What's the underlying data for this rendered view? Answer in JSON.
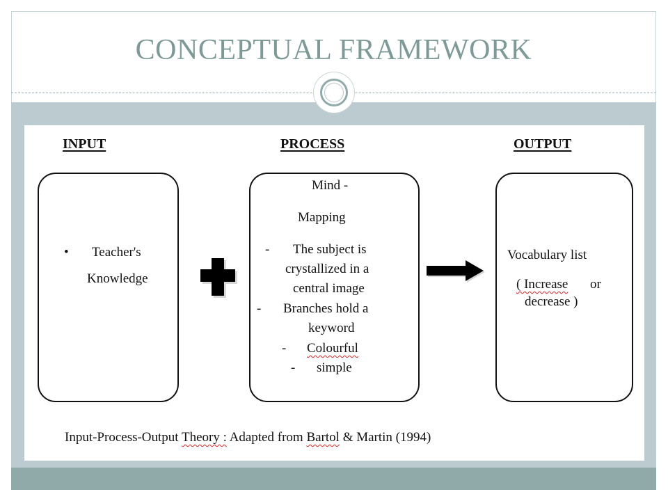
{
  "slide": {
    "title": "CONCEPTUAL FRAMEWORK"
  },
  "diagram": {
    "input": {
      "heading": "INPUT",
      "bullet_glyph": "•",
      "line1": "Teacher's",
      "line2": "Knowledge"
    },
    "process": {
      "heading": "PROCESS",
      "line1": "Mind -",
      "line2": "Mapping",
      "items": [
        {
          "dash": "-",
          "lines": [
            "The subject is",
            "crystallized in a",
            "central image"
          ]
        },
        {
          "dash": "-",
          "lines": [
            "Branches hold a",
            "keyword"
          ]
        },
        {
          "dash": "-",
          "lines": [
            "Colourful"
          ]
        },
        {
          "dash": "-",
          "lines": [
            "simple"
          ]
        }
      ]
    },
    "output": {
      "heading": "OUTPUT",
      "line1": "Vocabulary list",
      "line2a": "( Increase",
      "line2b": "or",
      "line3": "decrease )"
    },
    "caption": {
      "part1": "Input-Process-Output",
      "part2": "Theory :",
      "part3": "Adapted from",
      "part4": "Bartol",
      "part5": "& Martin (1994)"
    },
    "icons": {
      "plus": "plus-icon",
      "arrow": "right-arrow-icon"
    },
    "colors": {
      "title": "#7d9a97",
      "band": "#bccbcf",
      "band_bottom": "#8faaa9"
    }
  }
}
